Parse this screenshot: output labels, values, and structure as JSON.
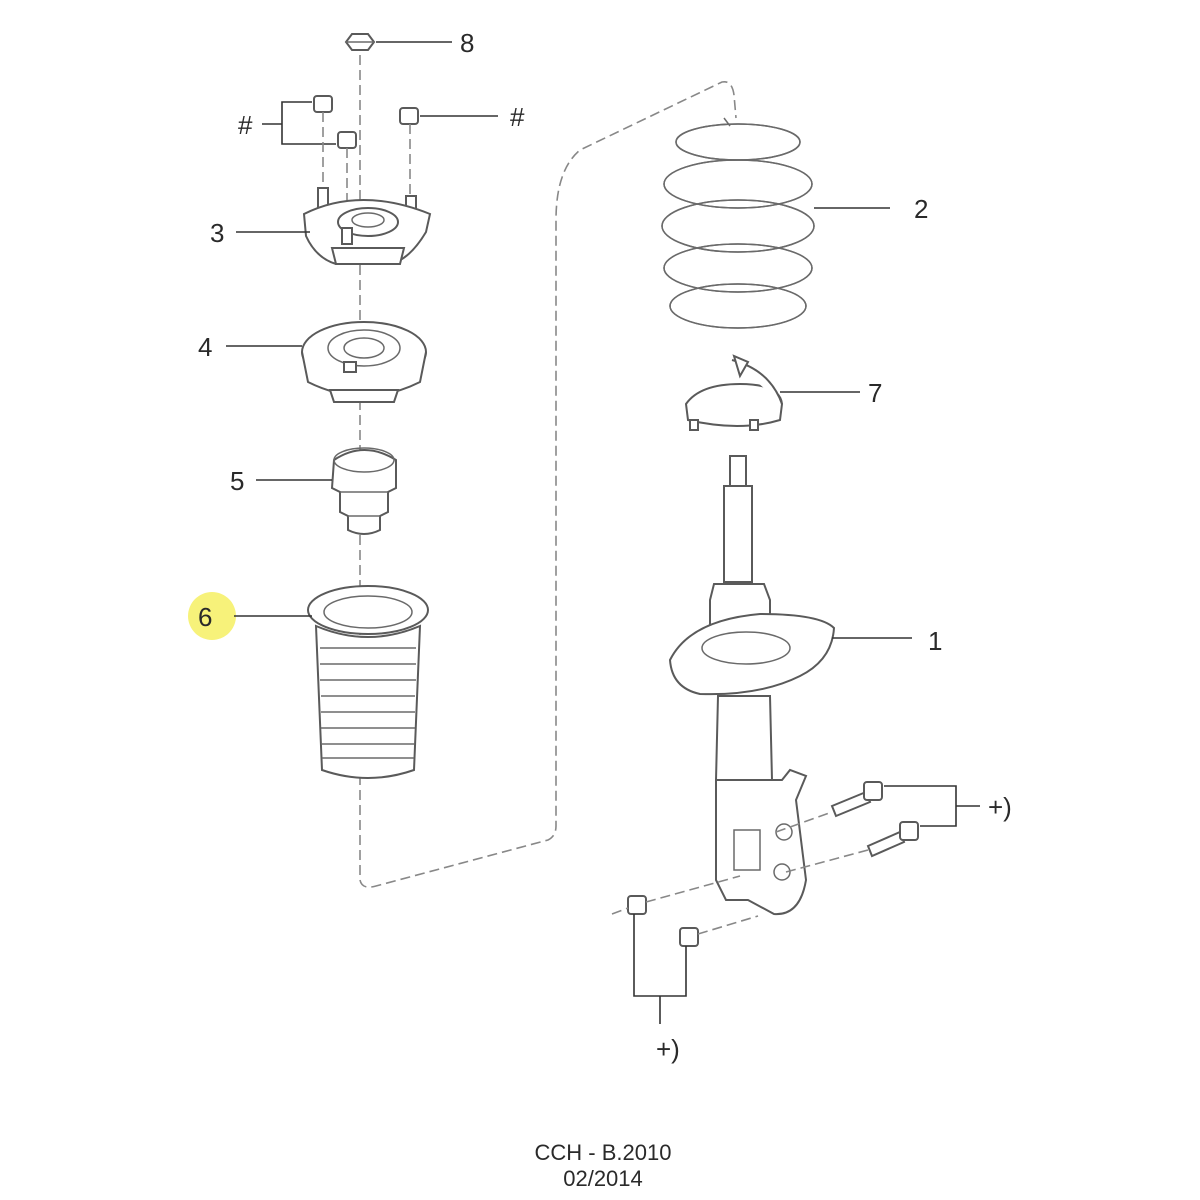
{
  "callouts": {
    "c1": "1",
    "c2": "2",
    "c3": "3",
    "c4": "4",
    "c5": "5",
    "c6": "6",
    "c7": "7",
    "c8": "8",
    "hash_left": "#",
    "hash_right": "#",
    "plus_right": "+)",
    "plus_bottom": "+)"
  },
  "highlight": {
    "callout": "6",
    "color": "#f7f27a"
  },
  "footer": {
    "code": "CCH - B.2010",
    "date": "02/2014"
  },
  "icons": {
    "coil_spring": "coil-spring-icon",
    "strut": "strut-assembly-icon",
    "top_mount": "top-mount-icon",
    "bearing": "strut-bearing-icon",
    "bump_stop": "bump-stop-icon",
    "dust_boot": "dust-boot-icon",
    "spring_seat": "spring-seat-icon",
    "nut": "nut-icon",
    "bolt": "bolt-icon"
  }
}
